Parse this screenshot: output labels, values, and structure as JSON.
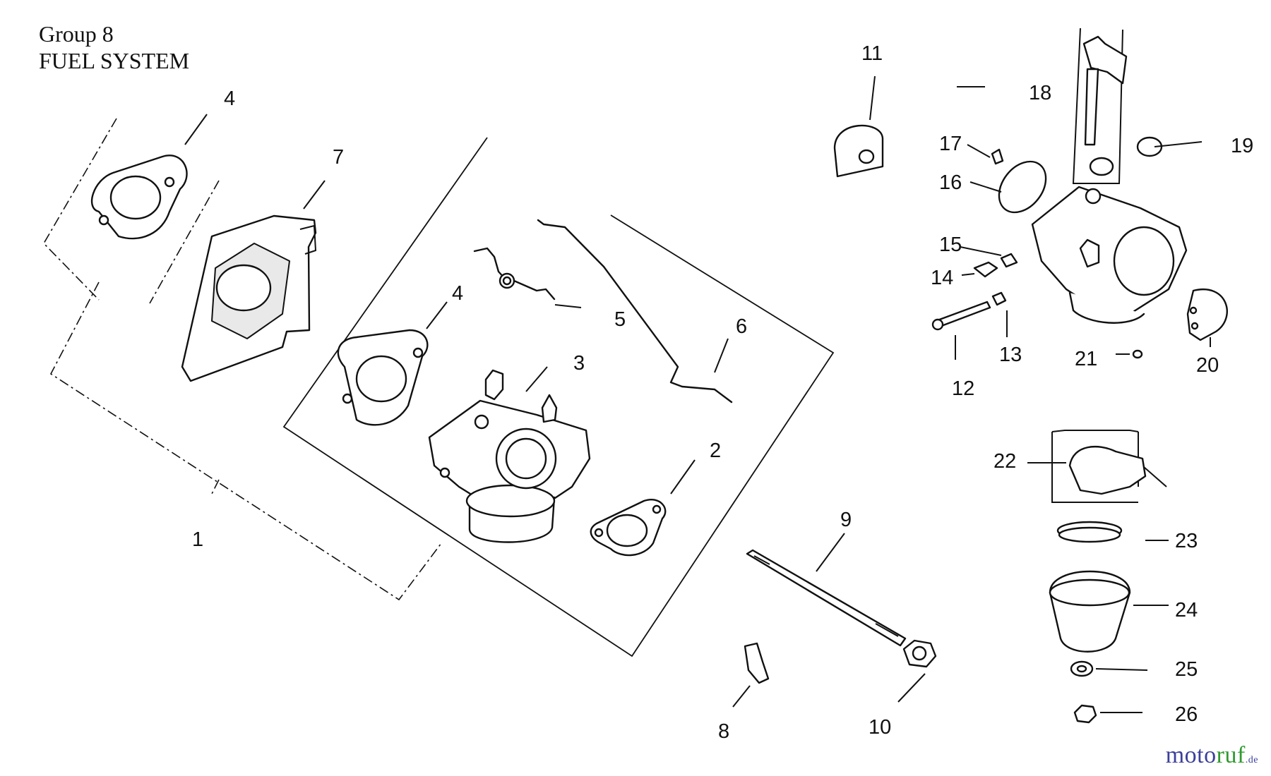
{
  "header": {
    "group": "Group 8",
    "title": "FUEL SYSTEM"
  },
  "callouts": {
    "c1": "1",
    "c2": "2",
    "c3": "3",
    "c4a": "4",
    "c4b": "4",
    "c5": "5",
    "c6": "6",
    "c7": "7",
    "c8": "8",
    "c9": "9",
    "c10": "10",
    "c11": "11",
    "c12": "12",
    "c13": "13",
    "c14": "14",
    "c15": "15",
    "c16": "16",
    "c17": "17",
    "c18": "18",
    "c19": "19",
    "c20": "20",
    "c21": "21",
    "c22": "22",
    "c23": "23",
    "c24": "24",
    "c25": "25",
    "c26": "26"
  },
  "watermark": {
    "part1": "moto",
    "part2": "ruf",
    "part3": ".de"
  }
}
